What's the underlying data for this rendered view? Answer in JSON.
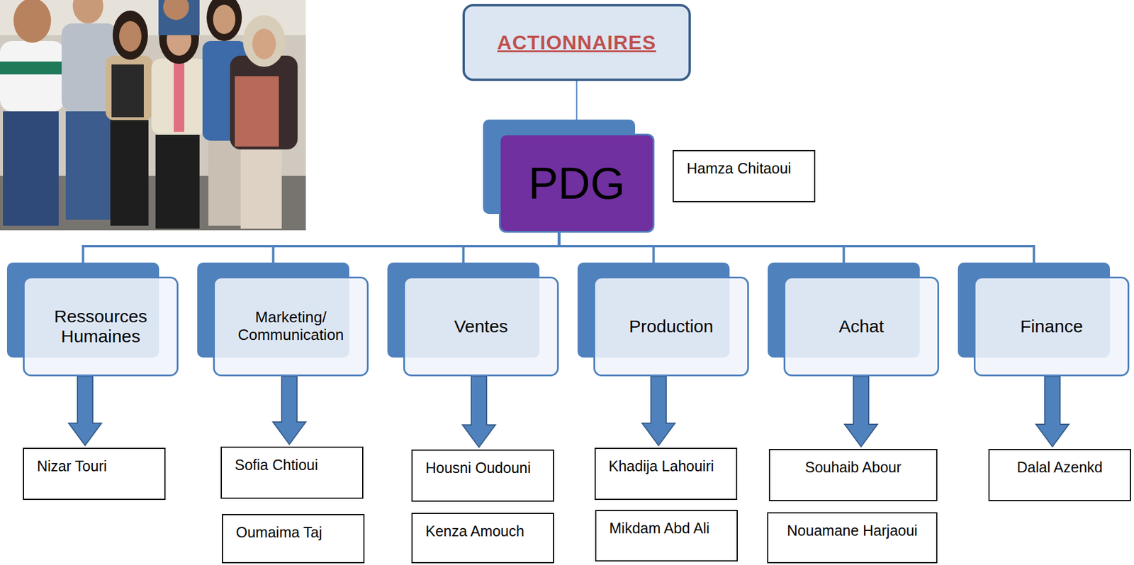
{
  "diagram": {
    "nodes": [
      {
        "text": [
          "ACTIONNAIRES"
        ]
      },
      {
        "text": [
          "PDG"
        ]
      },
      {
        "text": [
          "Hamza Chitaoui"
        ]
      },
      {
        "text": [
          "Ressources Humaines"
        ]
      },
      {
        "text": [
          "Marketing/ Communication"
        ]
      },
      {
        "text": [
          "Ventes"
        ]
      },
      {
        "text": [
          "Production"
        ]
      },
      {
        "text": [
          "Achat"
        ]
      },
      {
        "text": [
          "Finance"
        ]
      },
      {
        "text": [
          "Nizar Touri"
        ]
      },
      {
        "text": [
          "Sofia Chtioui"
        ]
      },
      {
        "text": [
          "Housni Oudouni"
        ]
      },
      {
        "text": [
          "Khadija Lahouiri"
        ]
      },
      {
        "text": [
          "Souhaib Abour"
        ]
      },
      {
        "text": [
          "Dalal Azenkd"
        ]
      },
      {
        "text": [
          "Oumaima Taj"
        ]
      },
      {
        "text": [
          "Kenza Amouch"
        ]
      },
      {
        "text": [
          "Mikdam Abd Ali"
        ]
      },
      {
        "text": [
          "Nouamane Harjaoui"
        ]
      }
    ],
    "edges": [
      {
        "from": 0,
        "to": 1,
        "arrow": "none"
      },
      {
        "from": 1,
        "to": 3,
        "arrow": "none"
      },
      {
        "from": 1,
        "to": 4,
        "arrow": "none"
      },
      {
        "from": 1,
        "to": 5,
        "arrow": "none"
      },
      {
        "from": 1,
        "to": 6,
        "arrow": "none"
      },
      {
        "from": 1,
        "to": 7,
        "arrow": "none"
      },
      {
        "from": 1,
        "to": 8,
        "arrow": "none"
      },
      {
        "from": 3,
        "to": 9,
        "arrow": "to"
      },
      {
        "from": 4,
        "to": 10,
        "arrow": "to"
      },
      {
        "from": 5,
        "to": 11,
        "arrow": "to"
      },
      {
        "from": 6,
        "to": 12,
        "arrow": "to"
      },
      {
        "from": 7,
        "to": 13,
        "arrow": "to"
      },
      {
        "from": 8,
        "to": 14,
        "arrow": "to"
      }
    ]
  }
}
